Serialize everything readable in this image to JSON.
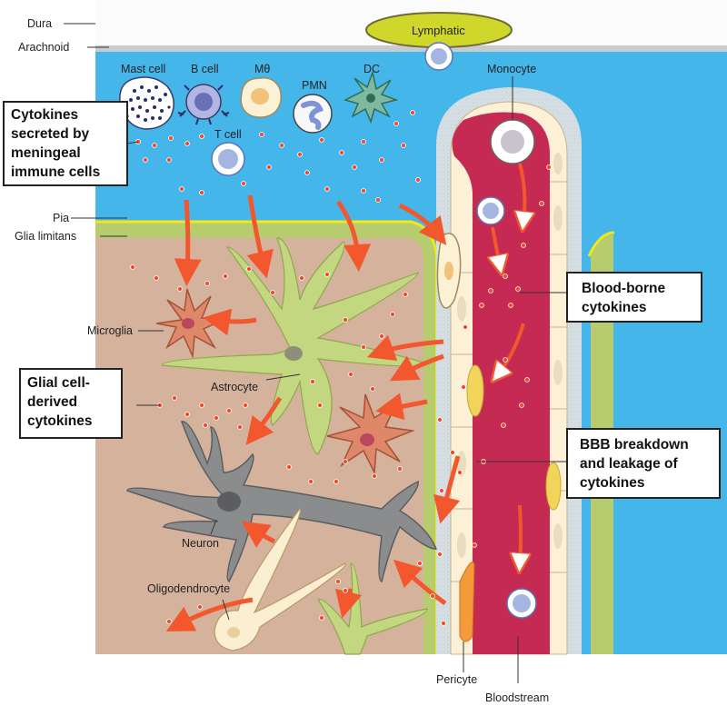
{
  "labels": {
    "dura": "Dura",
    "arachnoid": "Arachnoid",
    "pia": "Pia",
    "glia_limitans": "Glia limitans",
    "lymphatic": "Lymphatic",
    "monocyte": "Monocyte",
    "mast_cell": "Mast cell",
    "b_cell": "B cell",
    "macrophage": "Mθ",
    "pmn": "PMN",
    "dc": "DC",
    "t_cell": "T cell",
    "microglia": "Microglia",
    "astrocyte": "Astrocyte",
    "neuron": "Neuron",
    "oligodendrocyte": "Oligodendrocyte",
    "pericyte": "Pericyte",
    "bloodstream": "Bloodstream"
  },
  "callouts": {
    "meningeal": [
      "Cytokines",
      "secreted by",
      "meningeal",
      "immune cells"
    ],
    "glial": [
      "Glial cell-",
      "derived",
      "cytokines"
    ],
    "blood": [
      "Blood-borne",
      "cytokines"
    ],
    "bbb": [
      "BBB breakdown",
      "and leakage of",
      "cytokines"
    ]
  },
  "colors": {
    "dura": "#fbfbfb",
    "arachnoid": "#c8ccce",
    "csf": "#45b6ea",
    "pia": "#f6e617",
    "glia_limitans": "#b6cc6e",
    "parenchyma": "#d4b29c",
    "vessel_wall": "#fcf0d6",
    "blood": "#c52a52",
    "basement_membrane": "#d4dde2",
    "arrow": "#f2572e",
    "cytokine": "#f04a2a",
    "lymphatic": "#cfd82a",
    "neuron": "#8a8c8e",
    "microglia": "#df8769"
  }
}
